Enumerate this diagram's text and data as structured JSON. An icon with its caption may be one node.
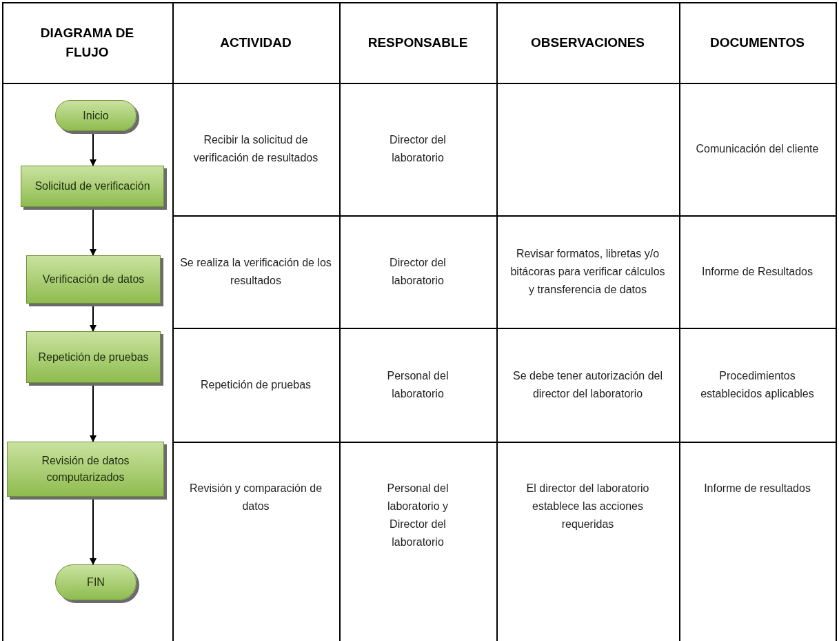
{
  "diagram": {
    "nodes": [
      {
        "text": [
          "Inicio"
        ]
      },
      {
        "text": [
          "Solicitud de verificación"
        ]
      },
      {
        "text": [
          "Verificación de datos"
        ]
      },
      {
        "text": [
          "Repetición de pruebas"
        ]
      },
      {
        "text": [
          "Revisión de datos computarizados"
        ]
      },
      {
        "text": [
          "FIN"
        ]
      }
    ],
    "edges": [
      {
        "from": 0,
        "to": 1,
        "arrow": "to"
      },
      {
        "from": 1,
        "to": 2,
        "arrow": "to"
      },
      {
        "from": 2,
        "to": 3,
        "arrow": "to"
      },
      {
        "from": 3,
        "to": 4,
        "arrow": "to"
      },
      {
        "from": 4,
        "to": 5,
        "arrow": "to"
      }
    ],
    "labels": [
      "DIAGRAMA DE FLUJO",
      "ACTIVIDAD",
      "RESPONSABLE",
      "OBSERVACIONES",
      "DOCUMENTOS",
      "Recibir la solicitud de verificación de resultados",
      "Director del laboratorio",
      "Comunicación del cliente",
      "Se realiza la verificación de los resultados",
      "Director del laboratorio",
      "Revisar formatos, libretas y/o bitácoras para verificar cálculos y transferencia de datos",
      "Informe de Resultados",
      "Repetición de pruebas",
      "Personal del laboratorio",
      "Se debe tener autorización del director del laboratorio",
      "Procedimientos establecidos aplicables",
      "Revisión y comparación de datos",
      "Personal del laboratorio y Director del laboratorio",
      "El director del laboratorio establece las acciones requeridas",
      "Informe de resultados"
    ]
  }
}
